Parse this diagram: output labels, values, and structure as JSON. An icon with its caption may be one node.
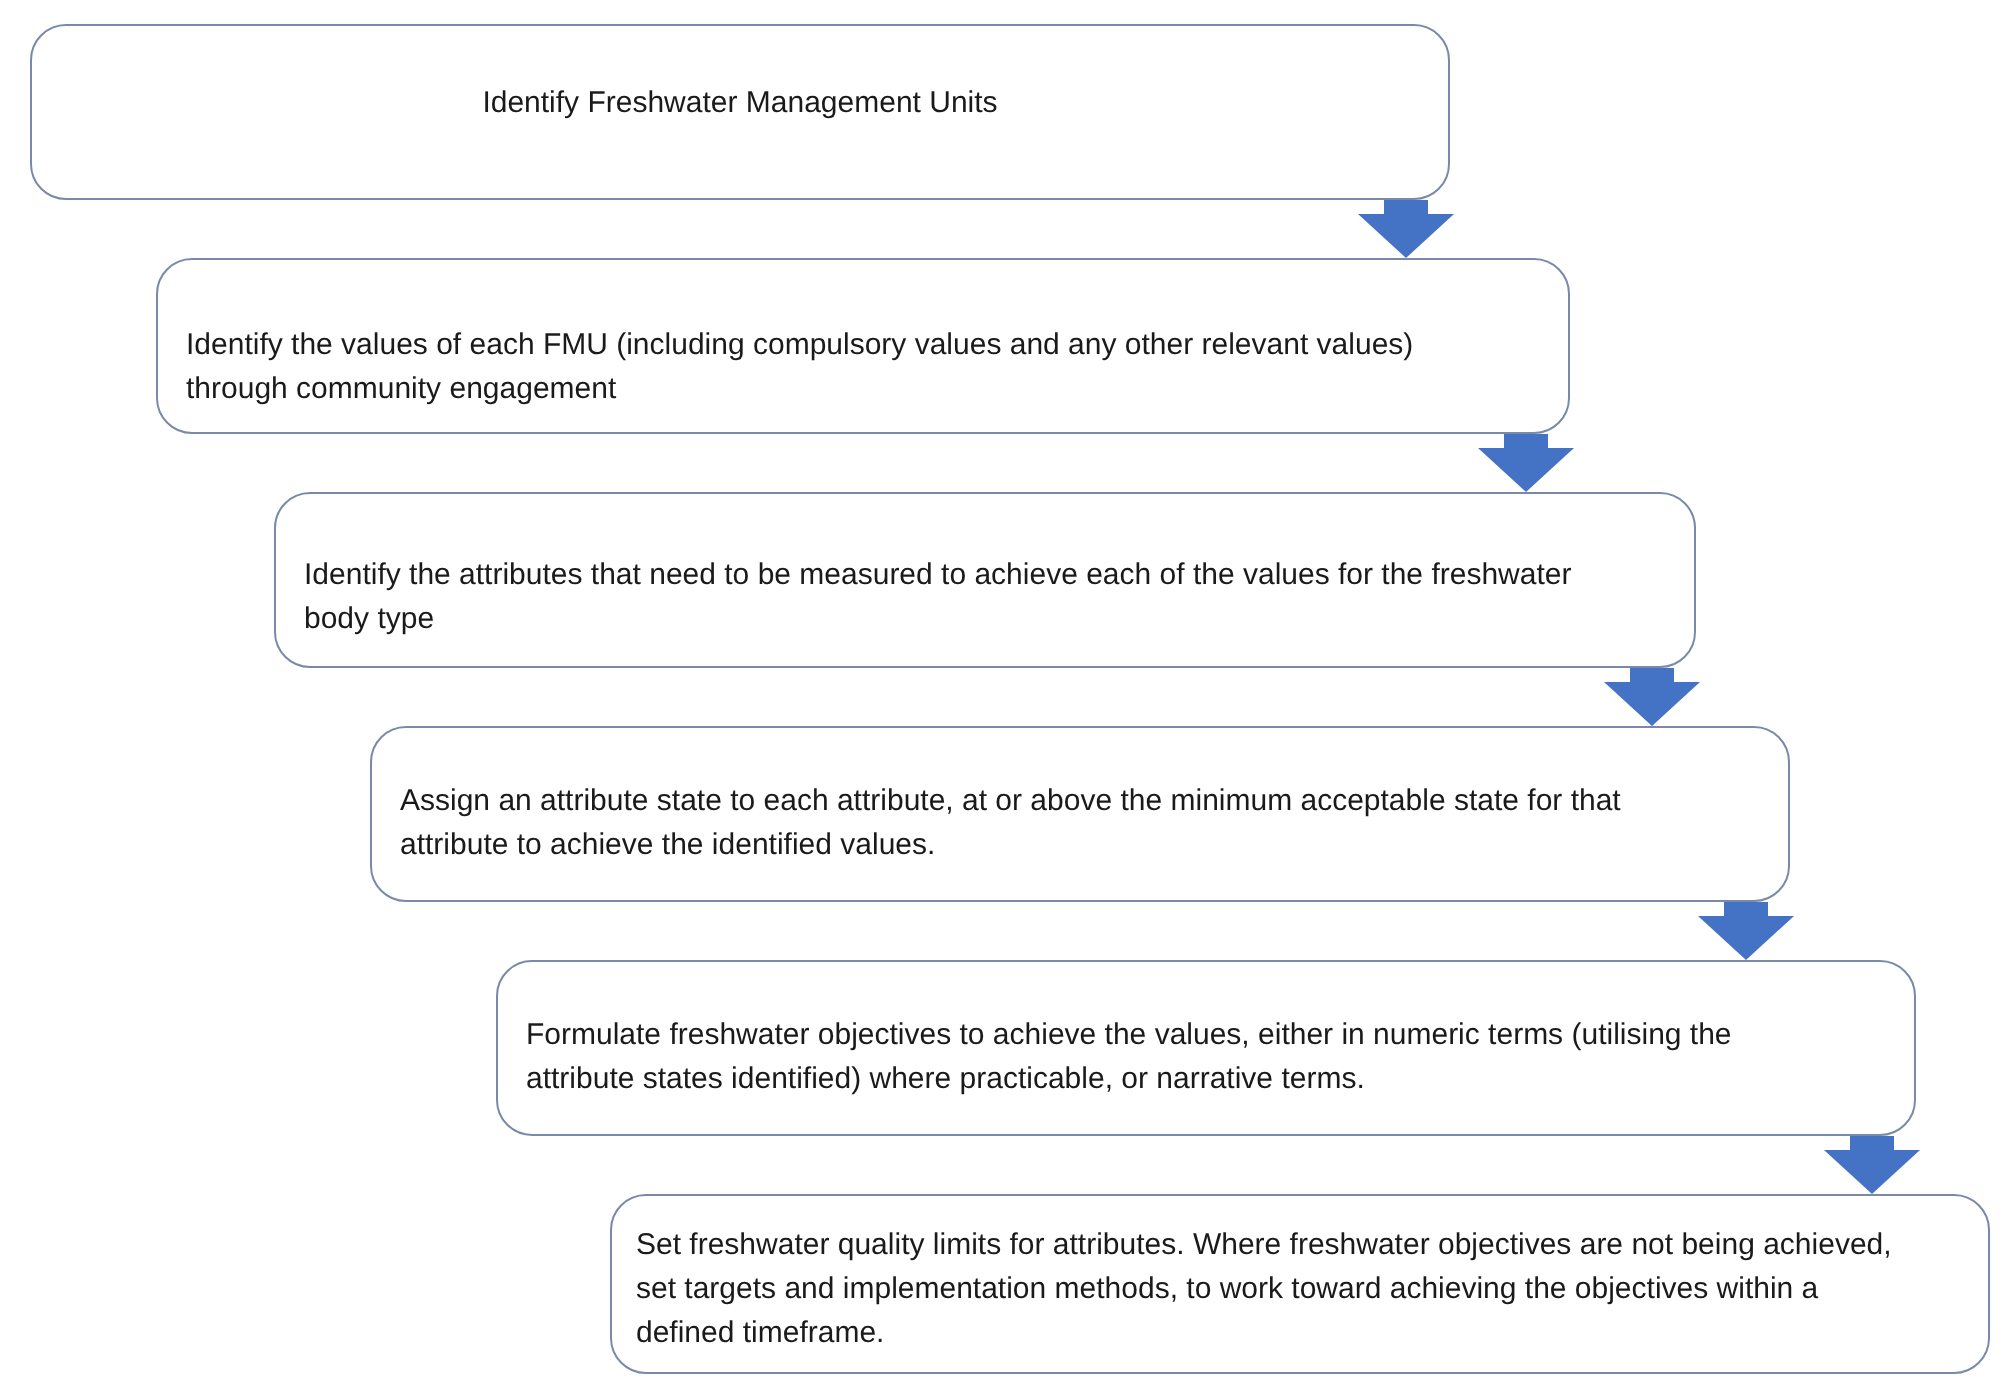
{
  "diagram": {
    "nodes": [
      {
        "text": [
          "Identify Freshwater Management Units"
        ]
      },
      {
        "text": [
          "Identify the values of each FMU (including compulsory values and any other relevant values) through community engagement"
        ]
      },
      {
        "text": [
          "Identify the attributes that need to be measured to achieve each of the values for the freshwater body type"
        ]
      },
      {
        "text": [
          "Assign an attribute state to each attribute, at or above the minimum acceptable state for that attribute to achieve the identified values."
        ]
      },
      {
        "text": [
          "Formulate freshwater objectives to achieve the values, either in numeric terms (utilising the attribute states identified) where practicable, or narrative terms."
        ]
      },
      {
        "text": [
          "Set freshwater quality limits for attributes. Where freshwater objectives are not being achieved, set targets and implementation methods, to work toward achieving the objectives within a defined timeframe."
        ]
      }
    ],
    "edges": [
      {
        "from": 0,
        "to": 1,
        "arrow": "to"
      },
      {
        "from": 1,
        "to": 2,
        "arrow": "to"
      },
      {
        "from": 2,
        "to": 3,
        "arrow": "to"
      },
      {
        "from": 3,
        "to": 4,
        "arrow": "to"
      },
      {
        "from": 4,
        "to": 5,
        "arrow": "to"
      }
    ]
  }
}
